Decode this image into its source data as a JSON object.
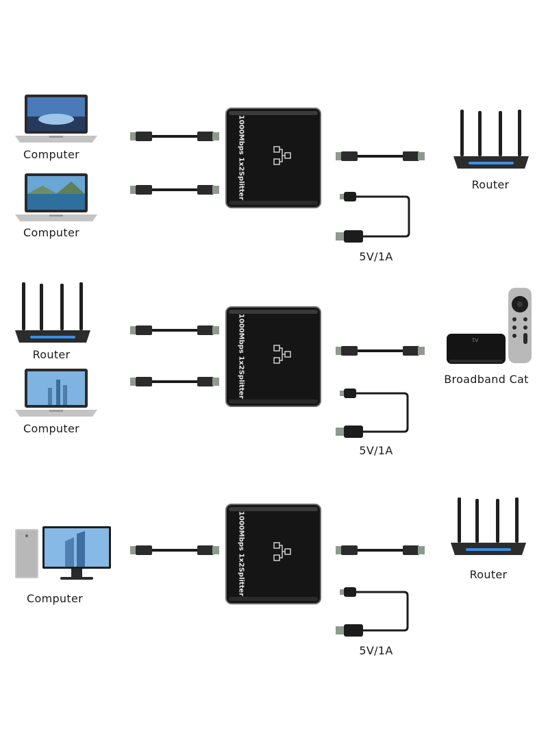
{
  "colors": {
    "cable": "#1c1c1c",
    "plug_metal": "#8f9a8f",
    "plug_body": "#2b2b2b",
    "splitter_body": "#151515",
    "splitter_edge": "#6b6b6b",
    "router_glow": "#3b8fe6"
  },
  "splitter_label": "1000Mbps 1x2Splitter",
  "scenarios": [
    {
      "left_devices": [
        {
          "kind": "laptop",
          "icon": "laptop-icon",
          "label": "Computer"
        },
        {
          "kind": "laptop",
          "icon": "laptop-icon",
          "label": "Computer"
        }
      ],
      "right_device": {
        "kind": "router",
        "icon": "router-icon",
        "label": "Router"
      },
      "power_label": "5V/1A"
    },
    {
      "left_devices": [
        {
          "kind": "router",
          "icon": "router-icon",
          "label": "Router"
        },
        {
          "kind": "laptop",
          "icon": "laptop-icon",
          "label": "Computer"
        }
      ],
      "right_device": {
        "kind": "tvbox",
        "icon": "tv-box-icon",
        "label": "Broadband Cat"
      },
      "power_label": "5V/1A"
    },
    {
      "left_devices": [
        {
          "kind": "desktop",
          "icon": "desktop-pc-icon",
          "label": "Computer"
        }
      ],
      "right_device": {
        "kind": "router",
        "icon": "router-icon",
        "label": "Router"
      },
      "power_label": "5V/1A"
    }
  ]
}
